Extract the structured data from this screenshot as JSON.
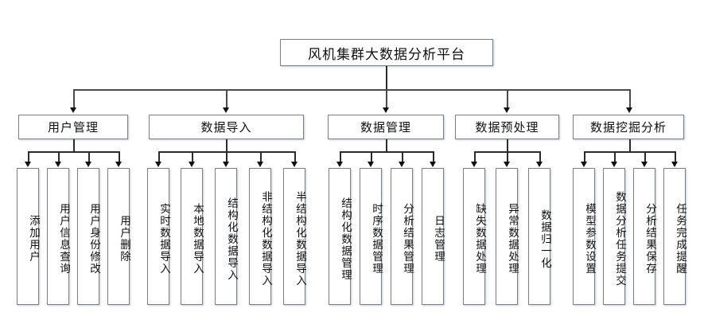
{
  "diagram": {
    "type": "hierarchy-tree",
    "title": "风机集群大数据分析平台",
    "root": {
      "label": "风机集群大数据分析平台"
    },
    "branches": [
      {
        "label": "用户管理",
        "children": [
          {
            "label": "添加用户"
          },
          {
            "label": "用户信息查询"
          },
          {
            "label": "用户身份修改"
          },
          {
            "label": "用户删除"
          }
        ]
      },
      {
        "label": "数据导入",
        "children": [
          {
            "label": "实时数据导入"
          },
          {
            "label": "本地数据导入"
          },
          {
            "label": "结构化数据导入"
          },
          {
            "label": "非结构化数据导入"
          },
          {
            "label": "半结构化数据导入"
          }
        ]
      },
      {
        "label": "数据管理",
        "children": [
          {
            "label": "结构化数据管理"
          },
          {
            "label": "时序数据管理"
          },
          {
            "label": "分析结果管理"
          },
          {
            "label": "日志管理"
          }
        ]
      },
      {
        "label": "数据预处理",
        "children": [
          {
            "label": "缺失数据处理"
          },
          {
            "label": "异常数据处理"
          },
          {
            "label": "数据归一化"
          }
        ]
      },
      {
        "label": "数据挖掘分析",
        "children": [
          {
            "label": "模型参数设置"
          },
          {
            "label": "数据分析任务提交"
          },
          {
            "label": "分析结果保存"
          },
          {
            "label": "任务完成提醒"
          }
        ]
      }
    ],
    "colors": {
      "box_border": "#7f7f7f",
      "box_fill": "#ffffff",
      "connector": "#2b2b2b",
      "text": "#111111",
      "background": "#ffffff"
    }
  }
}
